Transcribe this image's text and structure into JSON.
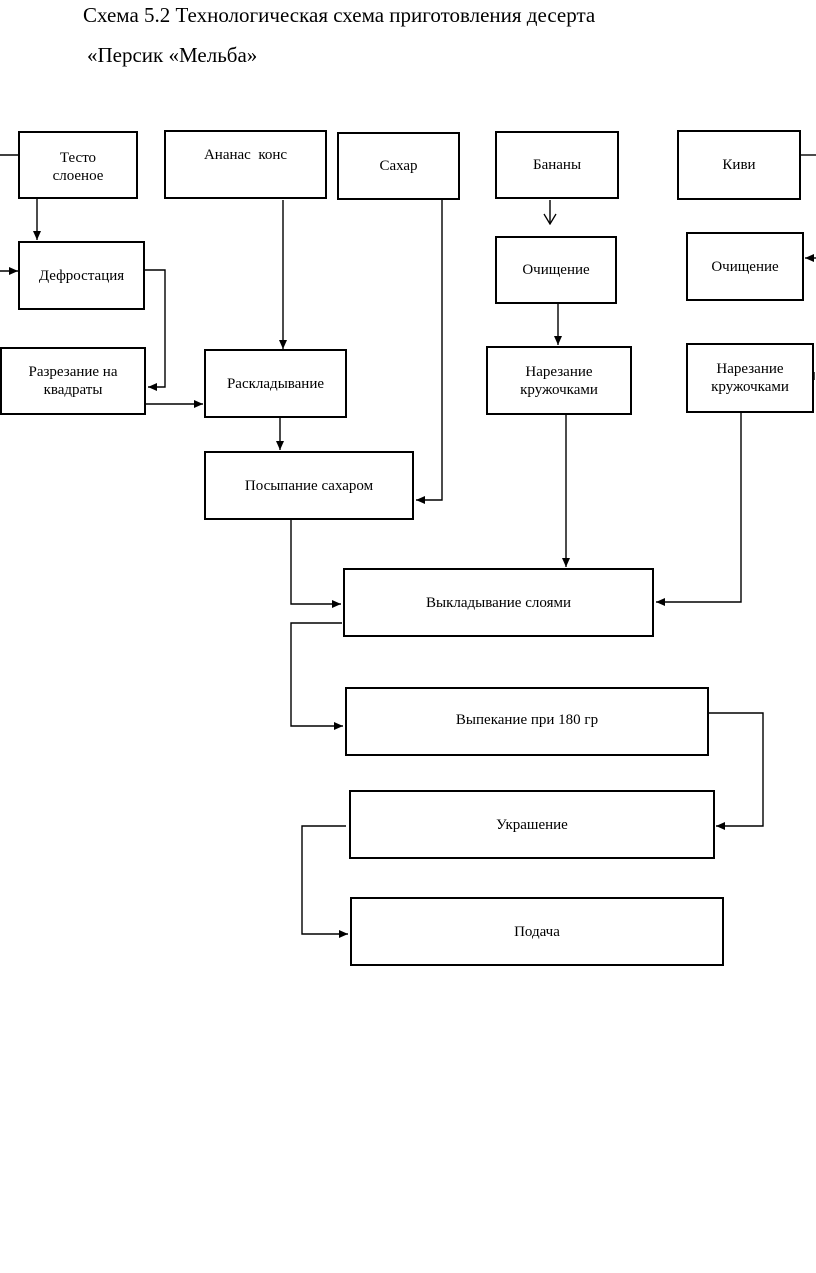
{
  "title": {
    "line1": "Схема 5.2 Технологическая схема приготовления  десерта",
    "line2": "«Персик «Мельба»"
  },
  "boxes": {
    "testo": "Тесто слоеное",
    "ananas": "Ананас  конс",
    "sahar": "Сахар",
    "banany": "Бананы",
    "kivi": "Киви",
    "defrostacia": "Дефростация",
    "ochishenie_banany": "Очищение",
    "ochishenie_kivi": "Очищение",
    "razrezanie": "Разрезание на квадраты",
    "raskladyvanie": "Раскладывание",
    "narezanie_banany": "Нарезание кружочками",
    "narezanie_kivi": "Нарезание кружочками",
    "posypanie": "Посыпание сахаром",
    "vykladyvanie": "Выкладывание слоями",
    "vypekanie": "Выпекание при 180 гр",
    "ukrashenie": "Украшение",
    "podacha": "Подача"
  }
}
